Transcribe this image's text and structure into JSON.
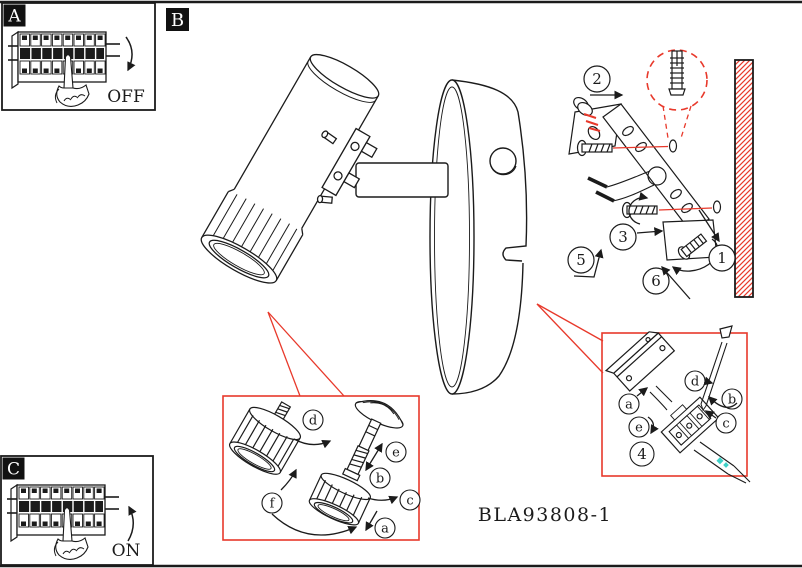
{
  "title_block": {
    "model_number": "BLA93808-1"
  },
  "panels": {
    "a": {
      "label": "A",
      "state": "OFF"
    },
    "b": {
      "label": "B"
    },
    "c": {
      "label": "C",
      "state": "ON"
    }
  },
  "callouts": {
    "mounting": {
      "one": "1",
      "two": "2",
      "three": "3",
      "five": "5",
      "six": "6"
    },
    "head_detail": {
      "a": "a",
      "b": "b",
      "c": "c",
      "d": "d",
      "e": "e",
      "f": "f"
    },
    "wiring_detail": {
      "a": "a",
      "b": "b",
      "c": "c",
      "d": "d",
      "e": "e",
      "four": "4"
    }
  },
  "icons": [
    "pointing-hand",
    "curved-arrow",
    "screw",
    "wall-anchor",
    "screwdriver",
    "wall-hatch",
    "breaker-panel"
  ],
  "colors": {
    "ink": "#1b1b1b",
    "highlight_red": "#e8392b",
    "wire_mark_cyan": "#3fd1c8"
  }
}
